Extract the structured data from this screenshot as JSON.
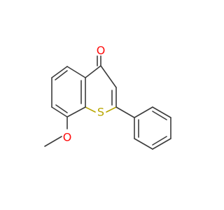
{
  "molecule": {
    "atoms": [
      {
        "id": "o-carbonyl",
        "label": "O",
        "color": "#ff0d0d"
      },
      {
        "id": "s-ring",
        "label": "S",
        "color": "#b8a600"
      },
      {
        "id": "o-methoxy",
        "label": "O",
        "color": "#ff0d0d"
      }
    ],
    "colors": {
      "bond": "#3c3c3c",
      "oxygen": "#ff0d0d",
      "sulfur": "#b8a600",
      "background": "#ffffff"
    }
  }
}
